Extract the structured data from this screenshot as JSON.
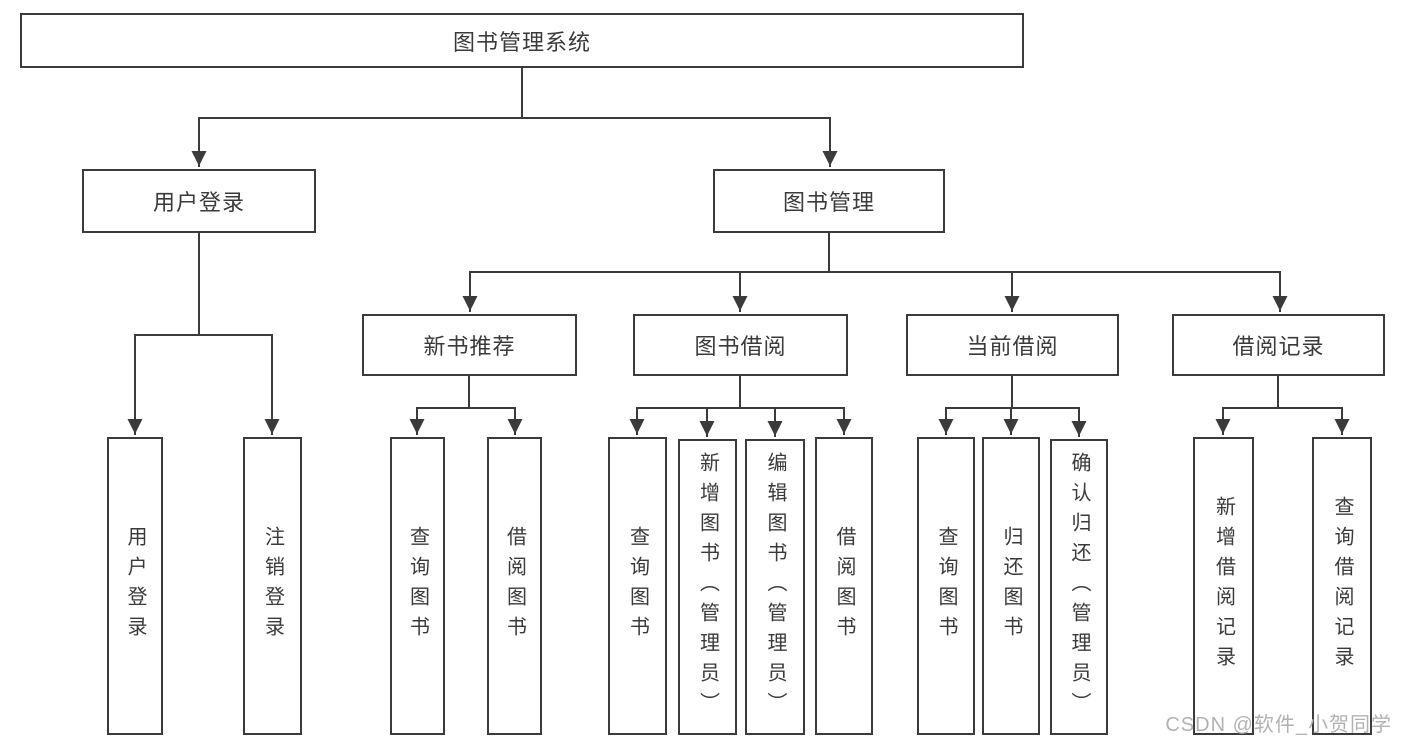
{
  "colors": {
    "line": "#3b3b3b",
    "text": "#3a3a3a",
    "watermark": "#b2b2b2",
    "background": "#ffffff"
  },
  "watermark": "CSDN @软件_小贺同学",
  "diagram": {
    "type": "hierarchy-tree",
    "root": {
      "label": "图书管理系统"
    },
    "children": [
      {
        "label": "用户登录",
        "children": [
          {
            "label": "用户登录"
          },
          {
            "label": "注销登录"
          }
        ]
      },
      {
        "label": "图书管理",
        "children": [
          {
            "label": "新书推荐",
            "children": [
              {
                "label": "查询图书"
              },
              {
                "label": "借阅图书"
              }
            ]
          },
          {
            "label": "图书借阅",
            "children": [
              {
                "label": "查询图书"
              },
              {
                "label": "新增图书（管理员）"
              },
              {
                "label": "编辑图书（管理员）"
              },
              {
                "label": "借阅图书"
              }
            ]
          },
          {
            "label": "当前借阅",
            "children": [
              {
                "label": "查询图书"
              },
              {
                "label": "归还图书"
              },
              {
                "label": "确认归还（管理员）"
              }
            ]
          },
          {
            "label": "借阅记录",
            "children": [
              {
                "label": "新增借阅记录"
              },
              {
                "label": "查询借阅记录"
              }
            ]
          }
        ]
      }
    ]
  }
}
